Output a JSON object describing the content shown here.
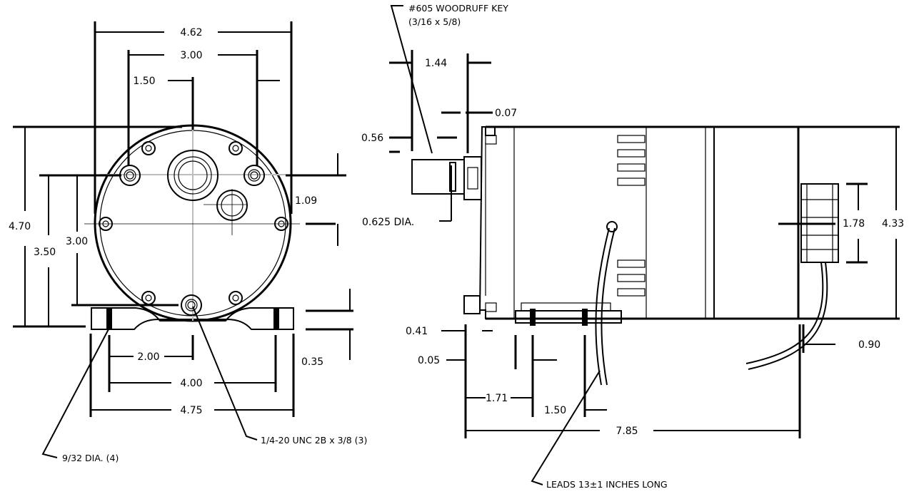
{
  "front_view": {
    "dims": {
      "overall_width": "4.62",
      "bolt_spacing": "3.00",
      "half_bolt_spacing": "1.50",
      "offset_109": "1.09",
      "overall_height": "4.70",
      "center_height_350": "3.50",
      "side_300": "3.00",
      "base_035": "0.35",
      "base_200": "2.00",
      "base_400": "4.00",
      "base_475": "4.75"
    },
    "notes": {
      "foot_holes": "9/32 DIA. (4)",
      "tapped_holes": "1/4-20 UNC 2B x 3/8 (3)"
    }
  },
  "side_view": {
    "dims": {
      "key_144": "1.44",
      "dim_007": "0.07",
      "dim_056": "0.56",
      "shaft_dia": "0.625 DIA.",
      "dim_178": "1.78",
      "dim_433": "4.33",
      "dim_041": "0.41",
      "dim_005": "0.05",
      "dim_090": "0.90",
      "dim_171": "1.71",
      "dim_150": "1.50",
      "dim_785": "7.85"
    },
    "notes": {
      "key_line1": "#605 WOODRUFF KEY",
      "key_line2": "(3/16 x 5/8)",
      "leads": "LEADS 13±1 INCHES LONG"
    }
  }
}
